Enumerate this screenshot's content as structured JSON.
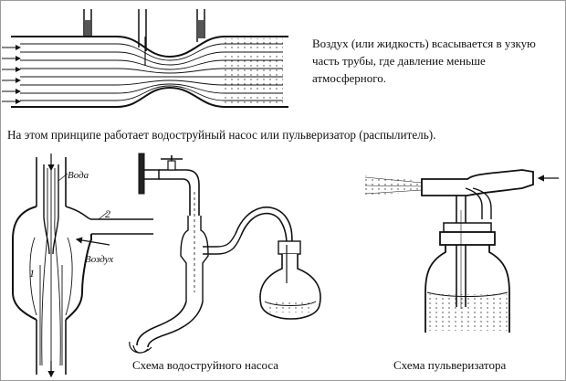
{
  "description": "Воздух (или жидкость) всасывается в узкую часть трубы, где давление меньше атмосферного.",
  "principle": "На этом принципе работает водоструйный насос или пульверизатор (распылитель).",
  "labels": {
    "water": "Вода",
    "air": "Воздух",
    "one": "1",
    "two": "2"
  },
  "captions": {
    "pump": "Схема водоструйного насоса",
    "sprayer": "Схема пульверизатора"
  }
}
